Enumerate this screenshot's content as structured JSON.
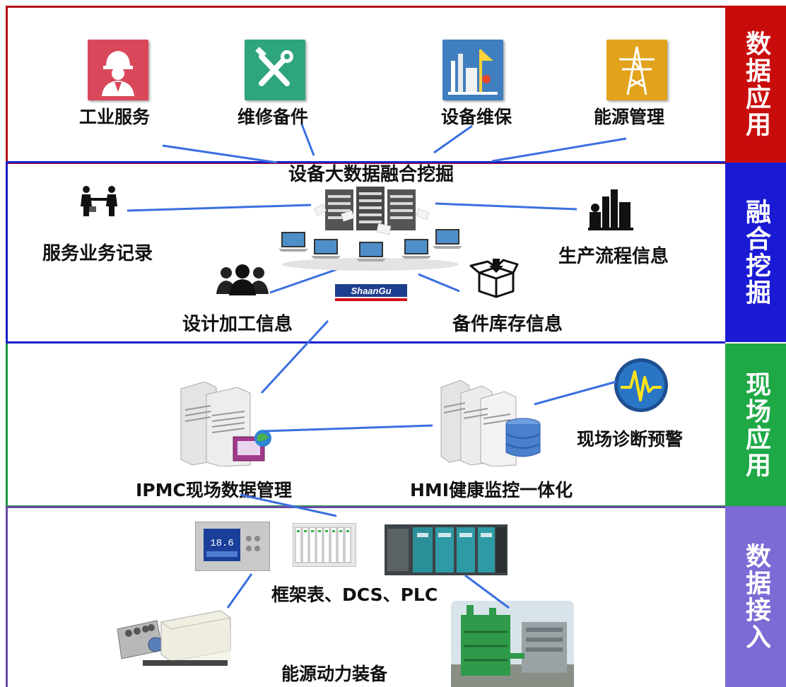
{
  "layers": {
    "app": {
      "band_label": "数据应用"
    },
    "fusion": {
      "band_label": "融合挖掘"
    },
    "field": {
      "band_label": "现场应用"
    },
    "access": {
      "band_label": "数据接入"
    }
  },
  "app_items": [
    {
      "label": "工业服务",
      "icon": "worker-helmet-icon",
      "color": "#d9485a"
    },
    {
      "label": "维修备件",
      "icon": "wrench-screwdriver-icon",
      "color": "#2fa57c"
    },
    {
      "label": "设备维保",
      "icon": "industrial-plant-icon",
      "color": "#3f7fbf"
    },
    {
      "label": "能源管理",
      "icon": "power-tower-icon",
      "color": "#e2a21c"
    }
  ],
  "fusion": {
    "center_label": "设备大数据融合挖掘",
    "brand_logo": "ShaanGu",
    "sources": [
      {
        "label": "服务业务记录",
        "icon": "handshake-icon"
      },
      {
        "label": "生产流程信息",
        "icon": "factory-icon"
      },
      {
        "label": "设计加工信息",
        "icon": "users-icon"
      },
      {
        "label": "备件库存信息",
        "icon": "box-icon"
      }
    ]
  },
  "field": {
    "ipmc_label": "IPMC现场数据管理",
    "hmi_label": "HMI健康监控一体化",
    "diag_label": "现场诊断预警"
  },
  "access": {
    "devices_label": "框架表、DCS、PLC",
    "equipment_label": "能源动力装备",
    "meter_reading": "18.6"
  }
}
